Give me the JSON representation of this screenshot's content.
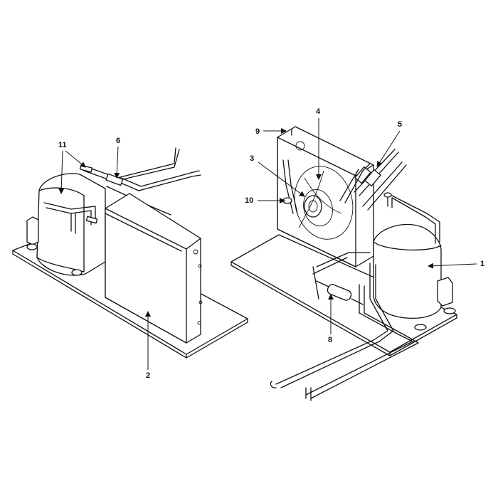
{
  "callouts": {
    "c1": "1",
    "c2": "2",
    "c3": "3",
    "c4": "4",
    "c5": "5",
    "c6": "6",
    "c8": "8",
    "c9": "9",
    "c10": "10",
    "c11": "11"
  }
}
